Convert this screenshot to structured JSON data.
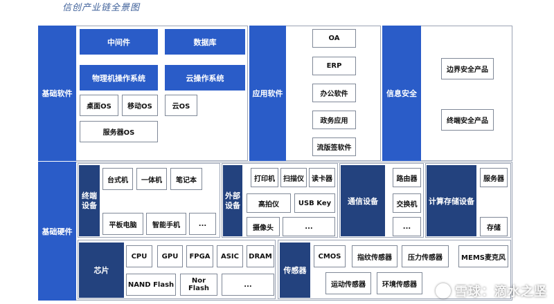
{
  "title": "信创产业链全景图",
  "sections": {
    "basic_software": {
      "label": "基础软件",
      "items": [
        "中间件",
        "数据库",
        "物理机操作系统",
        "云操作系统",
        "桌面OS",
        "移动OS",
        "云OS",
        "服务器OS"
      ]
    },
    "application_software": {
      "label": "应用软件",
      "items": [
        "OA",
        "ERP",
        "办公软件",
        "政务应用",
        "流版签软件"
      ]
    },
    "info_security": {
      "label": "信息安全",
      "items": [
        "边界安全产品",
        "终端安全产品"
      ]
    },
    "basic_hardware": {
      "label": "基础硬件",
      "terminal": {
        "label": "终端设备",
        "items": [
          "台式机",
          "一体机",
          "笔记本",
          "平板电脑",
          "智能手机",
          "..."
        ]
      },
      "peripheral": {
        "label": "外部设备",
        "items": [
          "打印机",
          "扫描仪",
          "读卡器",
          "高拍仪",
          "USB Key",
          "摄像头",
          "..."
        ]
      },
      "communication": {
        "label": "通信设备",
        "items": [
          "路由器",
          "交换机",
          "..."
        ]
      },
      "compute_storage": {
        "label": "计算存储设备",
        "items": [
          "服务器",
          "存储"
        ]
      },
      "chip": {
        "label": "芯片",
        "items": [
          "CPU",
          "GPU",
          "FPGA",
          "ASIC",
          "DRAM",
          "NAND Flash",
          "Nor Flash",
          "..."
        ]
      },
      "sensor": {
        "label": "传感器",
        "items": [
          "CMOS",
          "指纹传感器",
          "压力传感器",
          "MEMS麦克风",
          "运动传感器",
          "环境传感器"
        ]
      }
    }
  },
  "watermark": "雪球：滴水之坚",
  "colors": {
    "blue": "#2a5cc8",
    "navy": "#23427e",
    "border": "#7f8897",
    "title": "#3d5f99"
  }
}
